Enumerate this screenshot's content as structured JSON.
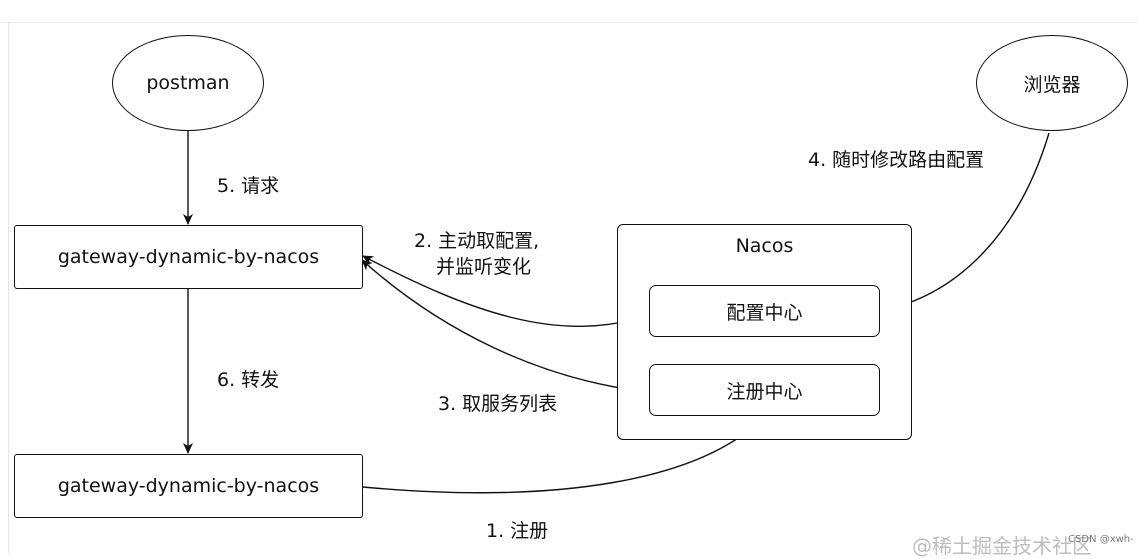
{
  "nodes": {
    "postman": "postman",
    "browser": "浏览器",
    "gateway_top": "gateway-dynamic-by-nacos",
    "gateway_bottom": "gateway-dynamic-by-nacos",
    "nacos_title": "Nacos",
    "config_center": "配置中心",
    "registry_center": "注册中心"
  },
  "edges": {
    "request": "5. 请求",
    "pull_config_line1": "2. 主动取配置,",
    "pull_config_line2": "并监听变化",
    "fetch_services": "3. 取服务列表",
    "modify_routes": "4. 随时修改路由配置",
    "forward": "6. 转发",
    "register": "1. 注册"
  },
  "watermark": {
    "main": "@稀土掘金技术社区",
    "small": "CSDN @xwh-"
  }
}
